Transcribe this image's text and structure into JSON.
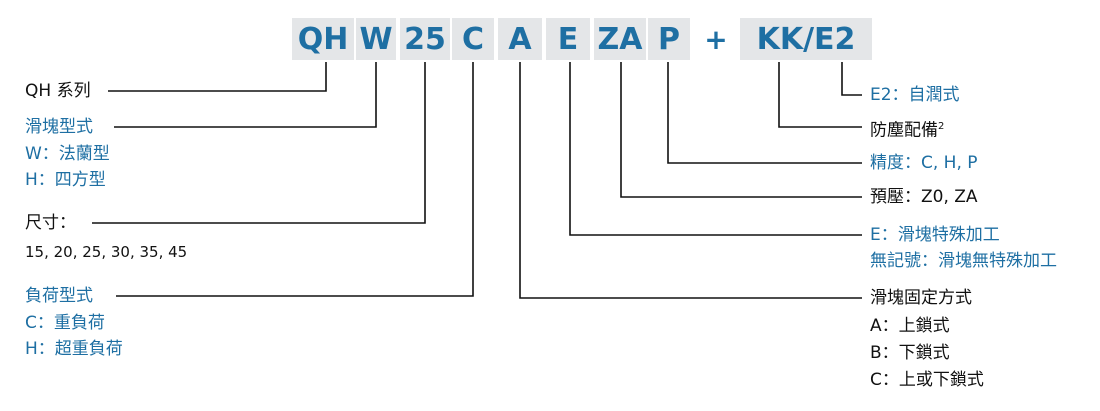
{
  "code": {
    "segments": [
      "QH",
      "W",
      "25",
      "C",
      "A",
      "E",
      "ZA",
      "P",
      "+",
      "KK/E2"
    ]
  },
  "left": {
    "series": "QH 系列",
    "block_type": "滑塊型式",
    "block_w": "W：法蘭型",
    "block_h": "H：四方型",
    "size": "尺寸：",
    "size_values": "15, 20, 25, 30, 35, 45",
    "load_type": "負荷型式",
    "load_c": "C：重負荷",
    "load_h": "H：超重負荷"
  },
  "right": {
    "e2": "E2：自潤式",
    "dust": "防塵配備",
    "dust_sup": "2",
    "accuracy": "精度：C, H, P",
    "preload": "預壓：Z0, ZA",
    "special_e": "E：滑塊特殊加工",
    "special_none": "無記號：滑塊無特殊加工",
    "fix": "滑塊固定方式",
    "fix_a": "A：上鎖式",
    "fix_b": "B：下鎖式",
    "fix_c": "C：上或下鎖式"
  },
  "colors": {
    "accent": "#1e6fa3",
    "cell_bg": "#e4e6e8",
    "line": "#111111"
  }
}
